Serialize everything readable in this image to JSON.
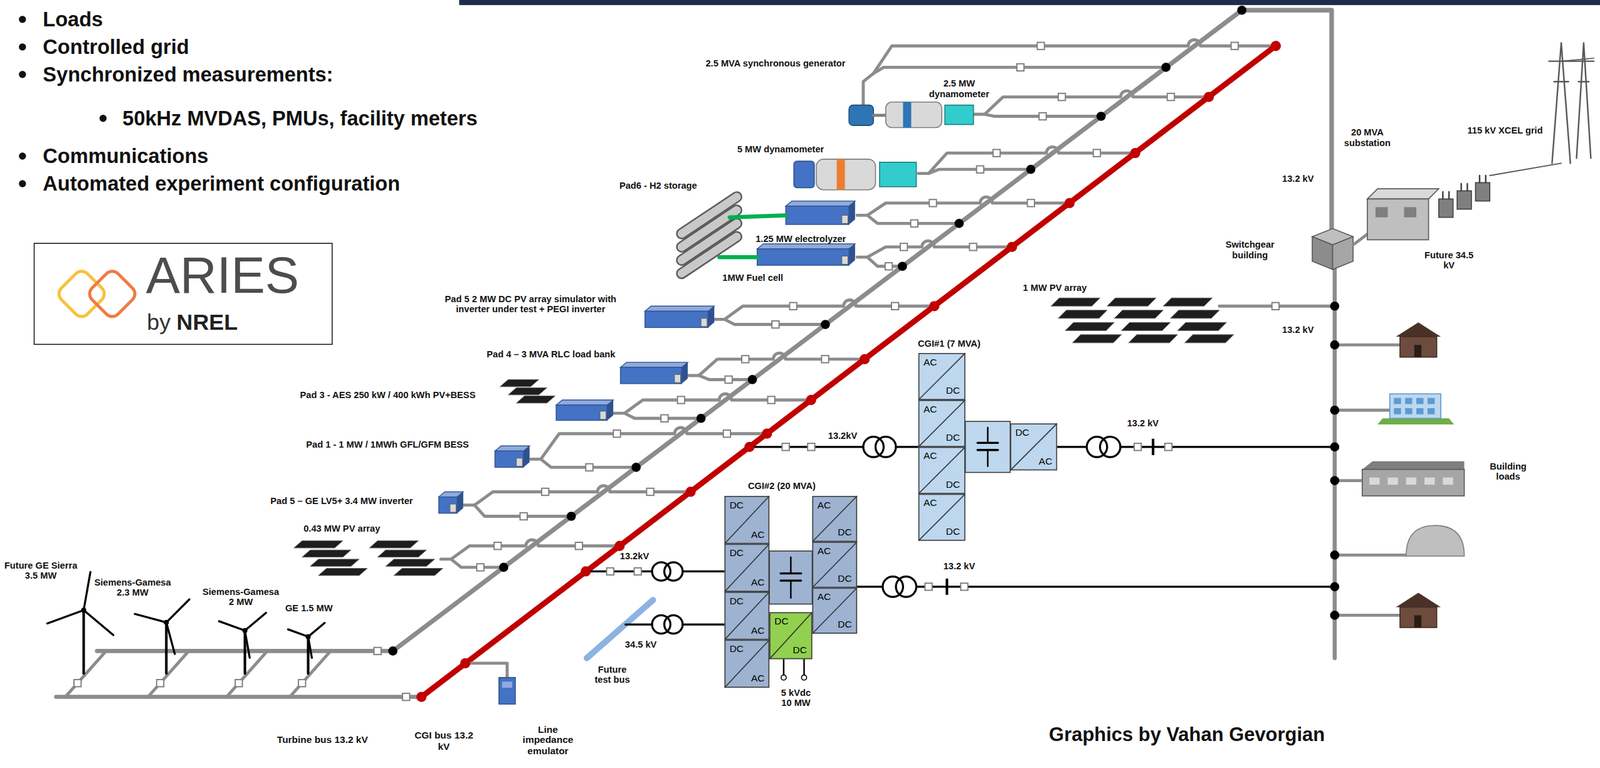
{
  "diagram": {
    "nodes": [
      {
        "text": [
          "ARIES",
          "by",
          "NREL"
        ]
      },
      {
        "text": [
          "AC",
          "DC"
        ]
      },
      {
        "text": [
          "AC",
          "DC"
        ]
      },
      {
        "text": [
          "AC",
          "DC"
        ]
      },
      {
        "text": [
          "AC",
          "DC"
        ]
      },
      {
        "text": [
          "DC",
          "AC"
        ]
      },
      {
        "text": [
          "DC",
          "AC"
        ]
      },
      {
        "text": [
          "DC",
          "AC"
        ]
      },
      {
        "text": [
          "DC",
          "AC"
        ]
      },
      {
        "text": [
          "DC",
          "AC"
        ]
      },
      {
        "text": [
          "AC",
          "DC"
        ]
      },
      {
        "text": [
          "AC",
          "DC"
        ]
      },
      {
        "text": [
          "AC",
          "DC"
        ]
      },
      {
        "text": [
          "DC",
          "DC"
        ]
      }
    ],
    "labels": [
      "Loads",
      "Controlled grid",
      "Synchronized measurements:",
      "50kHz MVDAS, PMUs, facility meters",
      "Communications",
      "Automated experiment configuration",
      "2.5 MVA synchronous generator",
      "2.5 MW dynamometer",
      "115 kV XCEL grid",
      "20 MVA substation",
      "5 MW dynamometer",
      "13.2 kV",
      "Pad6 - H2 storage",
      "1.25 MW electrolyzer",
      "Switchgear building",
      "Future 34.5 kV",
      "1MW Fuel cell",
      "1 MW PV array",
      "Pad 5 2 MW DC PV array simulator with inverter under test + PEGI inverter",
      "13.2 kV",
      "CGI#1 (7 MVA)",
      "Pad 4 – 3 MVA RLC load bank",
      "Pad 3 - AES 250 kW / 400 kWh PV+BESS",
      "13.2 kV",
      "13.2kV",
      "Pad 1 - 1 MW / 1MWh GFL/GFM BESS",
      "Building loads",
      "CGI#2 (20 MVA)",
      "Pad 5 – GE LV5+ 3.4 MW inverter",
      "0.43 MW PV array",
      "13.2kV",
      "13.2 kV",
      "Future GE Sierra 3.5 MW",
      "Siemens-Gamesa 2.3 MW",
      "Siemens-Gamesa 2 MW",
      "GE 1.5 MW",
      "34.5 kV",
      "Future test bus",
      "5 kVdc 10 MW",
      "Turbine bus 13.2 kV",
      "CGI bus 13.2 kV",
      "Line impedance emulator",
      "Graphics by Vahan Gevorgian"
    ]
  }
}
